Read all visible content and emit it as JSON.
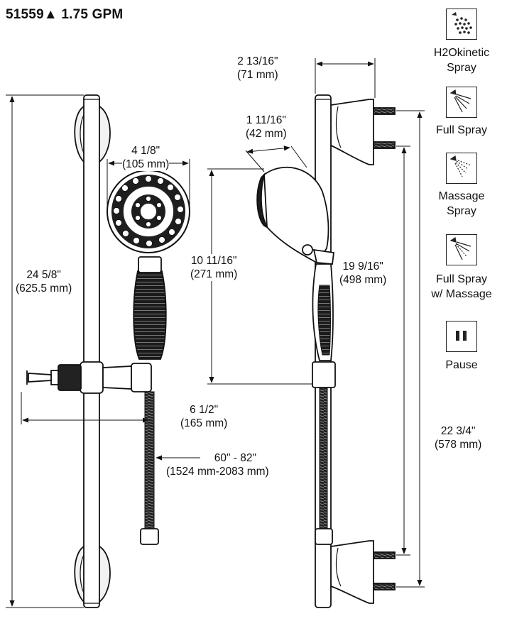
{
  "header": {
    "title": "51559▲  1.75 GPM"
  },
  "dimensions": {
    "slide_bar_length": {
      "imperial": "24 5/8\"",
      "metric": "(625.5 mm)"
    },
    "spray_face_width": {
      "imperial": "4 1/8\"",
      "metric": "(105 mm)"
    },
    "bracket_depth": {
      "imperial": "2 13/16\"",
      "metric": "(71 mm)"
    },
    "spray_face_depth": {
      "imperial": "1 11/16\"",
      "metric": "(42 mm)"
    },
    "handshower_length": {
      "imperial": "10 11/16\"",
      "metric": "(271 mm)"
    },
    "holder_reach": {
      "imperial": "6 1/2\"",
      "metric": "(165 mm)"
    },
    "hose_length": {
      "imperial": "60\" - 82\"",
      "metric": "(1524 mm-2083 mm)"
    },
    "mount_spacing_inner": {
      "imperial": "19 9/16\"",
      "metric": "(498 mm)"
    },
    "mount_spacing_outer": {
      "imperial": "22 3/4\"",
      "metric": "(578 mm)"
    }
  },
  "spray_modes": [
    {
      "icon": "h2okinetic-spray-icon",
      "label_1": "H2Okinetic",
      "label_2": "Spray"
    },
    {
      "icon": "full-spray-icon",
      "label_1": "Full Spray",
      "label_2": ""
    },
    {
      "icon": "massage-spray-icon",
      "label_1": "Massage",
      "label_2": "Spray"
    },
    {
      "icon": "full-spray-massage-icon",
      "label_1": "Full Spray",
      "label_2": "w/ Massage"
    },
    {
      "icon": "pause-icon",
      "label_1": "Pause",
      "label_2": ""
    }
  ]
}
